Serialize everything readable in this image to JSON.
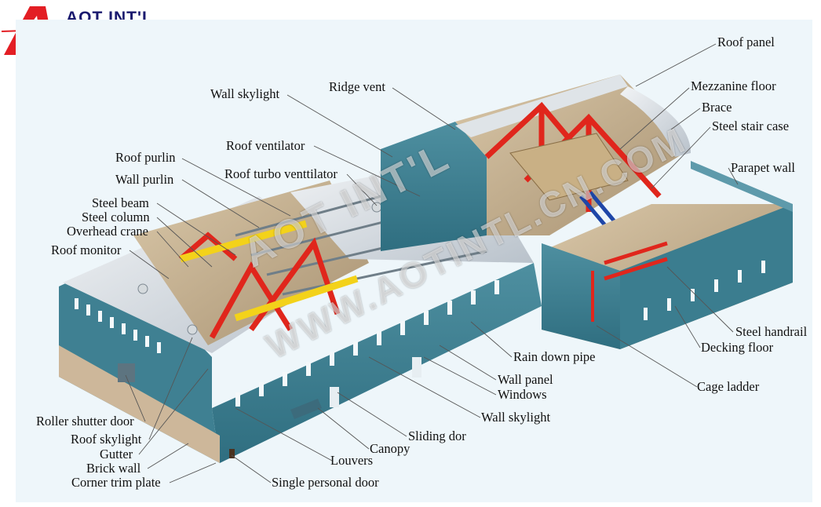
{
  "brand": {
    "logo_text": "AOT INT'L",
    "watermark_top": "AOT INT'L",
    "watermark_url": "WWW.AOTINTL.CN.COM"
  },
  "labels": [
    {
      "id": "roof-panel",
      "text": "Roof panel"
    },
    {
      "id": "mezzanine-floor",
      "text": "Mezzanine floor"
    },
    {
      "id": "brace",
      "text": "Brace"
    },
    {
      "id": "steel-stair-case",
      "text": "Steel stair case"
    },
    {
      "id": "parapet-wall",
      "text": "Parapet wall"
    },
    {
      "id": "wall-skylight-top",
      "text": "Wall skylight"
    },
    {
      "id": "ridge-vent",
      "text": "Ridge vent"
    },
    {
      "id": "roof-ventilator",
      "text": "Roof ventilator"
    },
    {
      "id": "roof-turbo-ventilator",
      "text": "Roof turbo venttilator"
    },
    {
      "id": "roof-purlin",
      "text": "Roof purlin"
    },
    {
      "id": "wall-purlin",
      "text": "Wall purlin"
    },
    {
      "id": "steel-beam",
      "text": "Steel beam"
    },
    {
      "id": "steel-column",
      "text": "Steel column"
    },
    {
      "id": "overhead-crane",
      "text": "Overhead crane"
    },
    {
      "id": "roof-monitor",
      "text": "Roof monitor"
    },
    {
      "id": "steel-handrail",
      "text": "Steel handrail"
    },
    {
      "id": "decking-floor",
      "text": "Decking floor"
    },
    {
      "id": "rain-down-pipe",
      "text": "Rain down pipe"
    },
    {
      "id": "cage-ladder",
      "text": "Cage ladder"
    },
    {
      "id": "wall-panel",
      "text": "Wall panel"
    },
    {
      "id": "windows",
      "text": "Windows"
    },
    {
      "id": "wall-skylight-bottom",
      "text": "Wall skylight"
    },
    {
      "id": "sliding-dor",
      "text": "Sliding dor"
    },
    {
      "id": "canopy",
      "text": "Canopy"
    },
    {
      "id": "louvers",
      "text": "Louvers"
    },
    {
      "id": "single-personal-door",
      "text": "Single personal door"
    },
    {
      "id": "roller-shutter-door",
      "text": "Roller shutter door"
    },
    {
      "id": "roof-skylight",
      "text": "Roof skylight"
    },
    {
      "id": "gutter",
      "text": "Gutter"
    },
    {
      "id": "brick-wall",
      "text": "Brick wall"
    },
    {
      "id": "corner-trim-plate",
      "text": "Corner trim plate"
    }
  ]
}
